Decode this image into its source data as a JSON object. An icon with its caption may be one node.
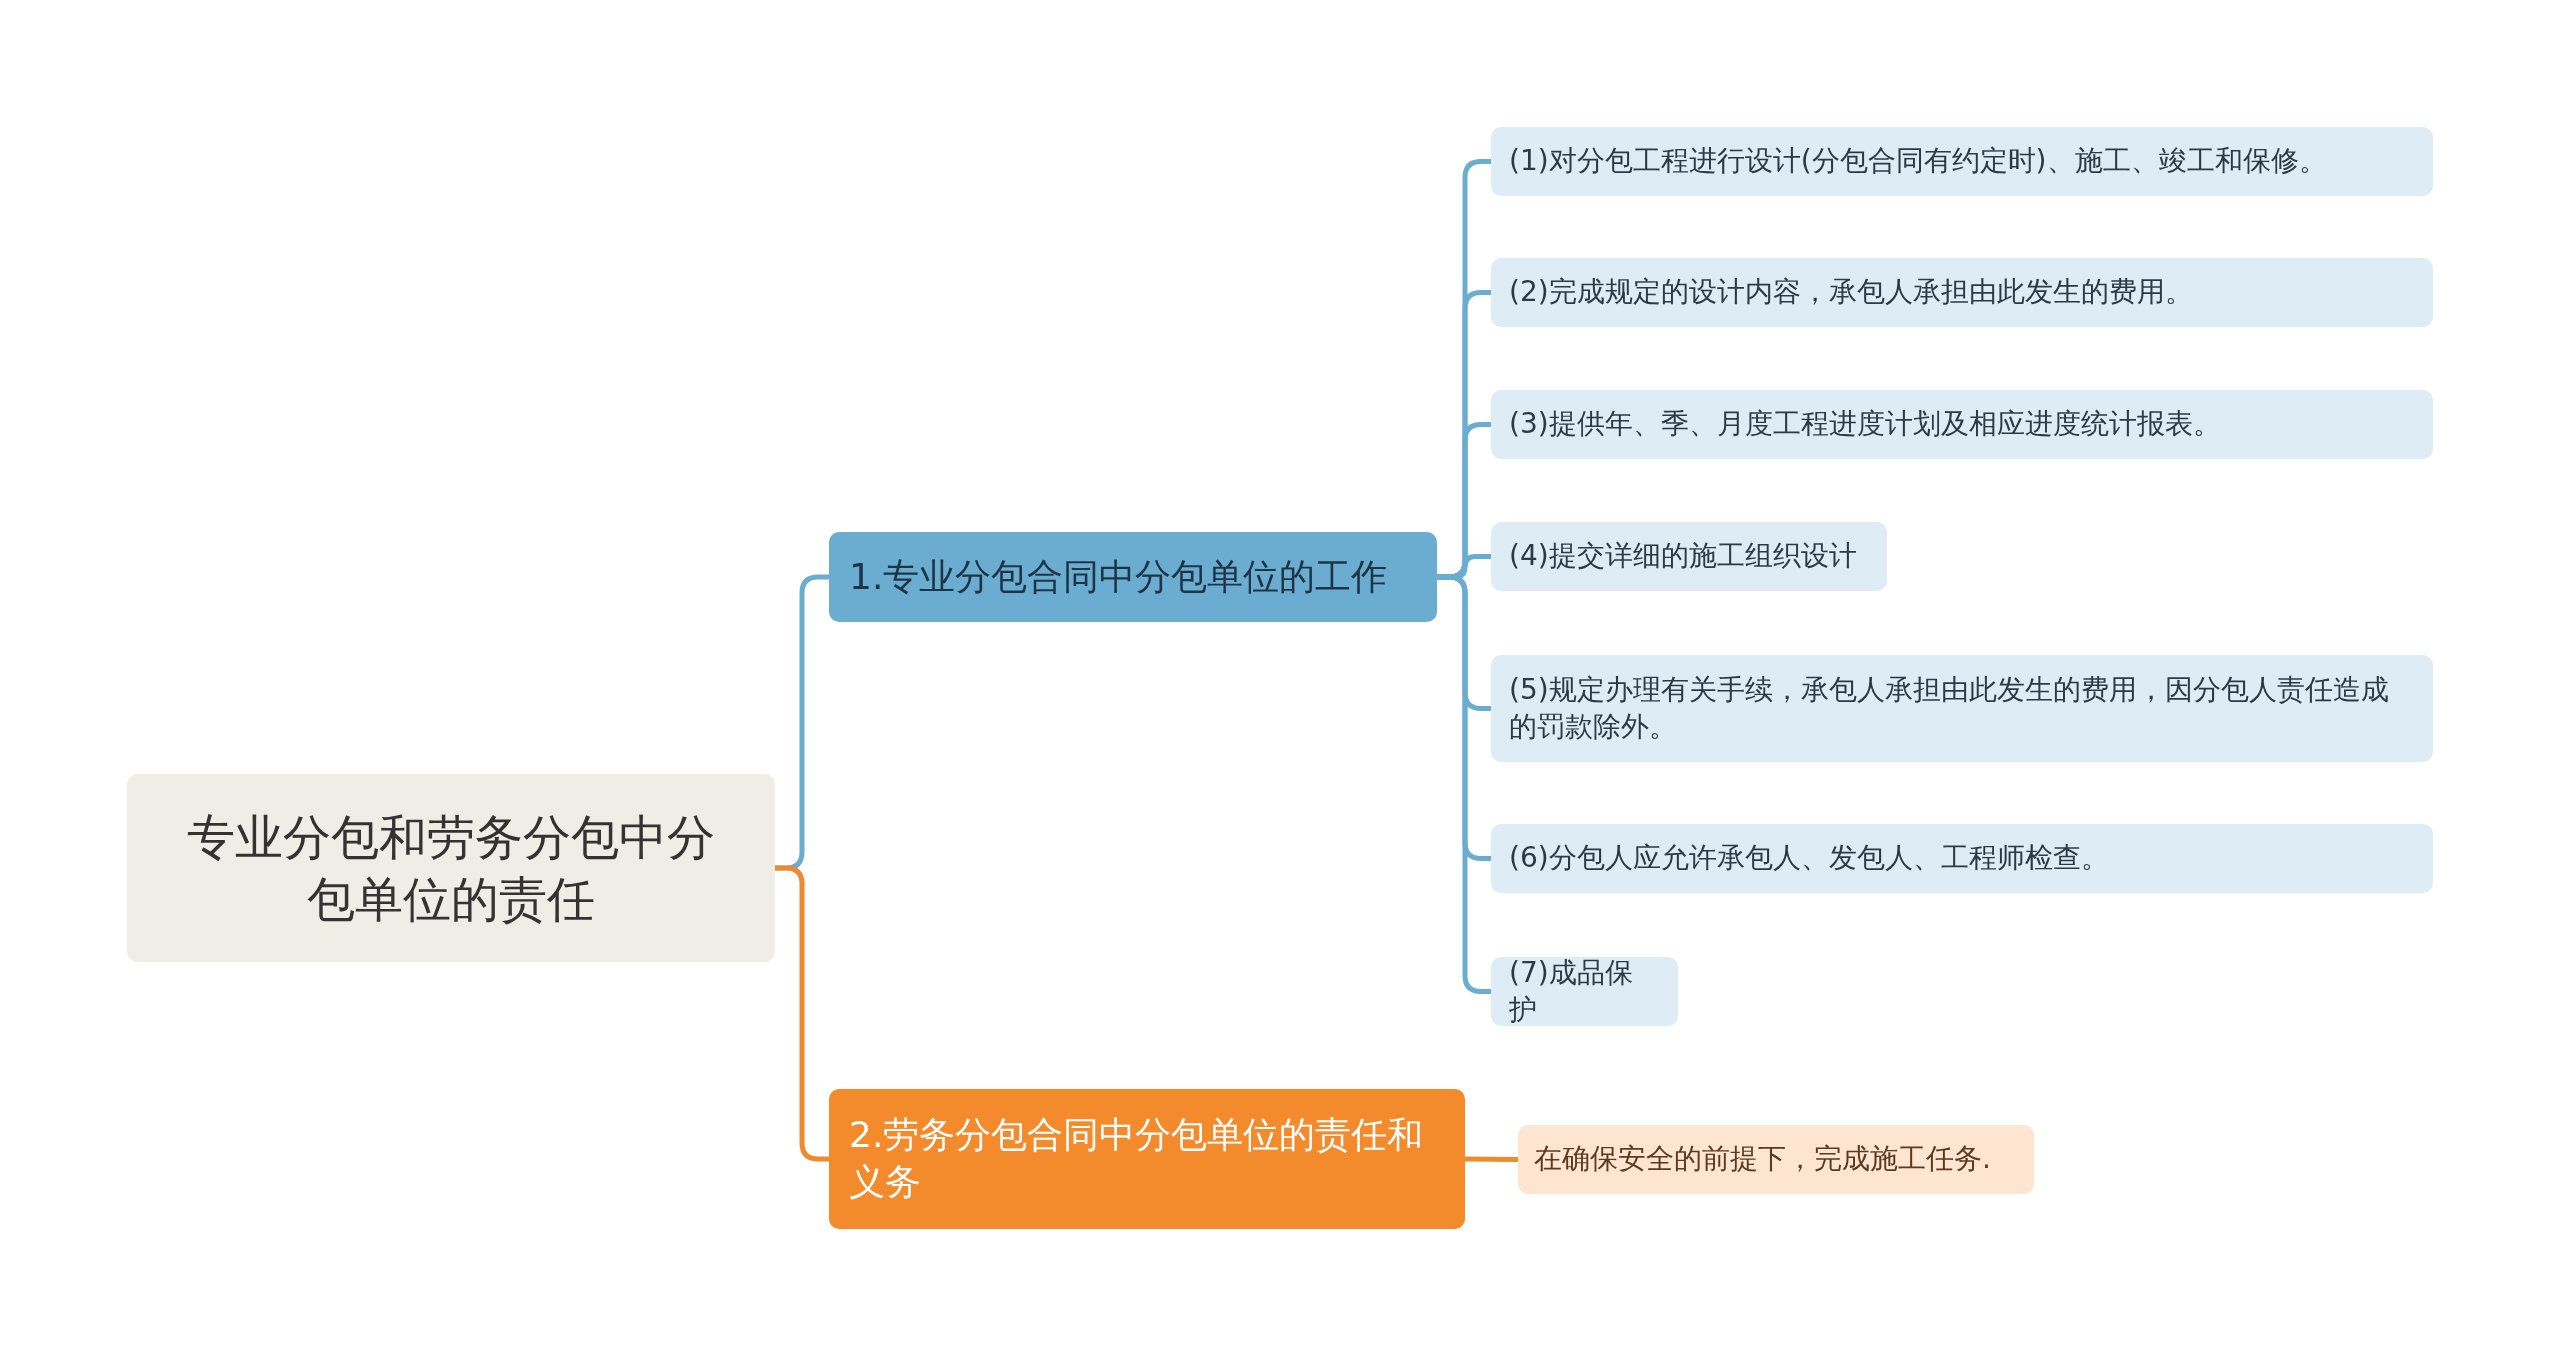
{
  "diagram": {
    "nodes": [
      {
        "text": [
          "专业分包和劳务分包中分包单位的责任"
        ]
      },
      {
        "text": [
          "1.专业分包合同中分包单位的工作"
        ]
      },
      {
        "text": [
          "2.劳务分包合同中分包单位的责任和义务"
        ]
      },
      {
        "text": [
          "(1)对分包工程进行设计(分包合同有约定时)、施工、竣工和保修。"
        ]
      },
      {
        "text": [
          "(2)完成规定的设计内容，承包人承担由此发生的费用。"
        ]
      },
      {
        "text": [
          "(3)提供年、季、月度工程进度计划及相应进度统计报表。"
        ]
      },
      {
        "text": [
          "(4)提交详细的施工组织设计"
        ]
      },
      {
        "text": [
          "(5)规定办理有关手续，承包人承担由此发生的费用，因分包人责任造成的罚款除外。"
        ]
      },
      {
        "text": [
          "(6)分包人应允许承包人、发包人、工程师检查。"
        ]
      },
      {
        "text": [
          "(7)成品保护"
        ]
      },
      {
        "text": [
          "在确保安全的前提下，完成施工任务."
        ]
      }
    ],
    "edges": [
      {
        "from": 0,
        "to": 1,
        "arrow": "none"
      },
      {
        "from": 0,
        "to": 2,
        "arrow": "none",
        "color": "#f08b2d"
      },
      {
        "from": 1,
        "to": 3,
        "arrow": "none"
      },
      {
        "from": 1,
        "to": 4,
        "arrow": "none"
      },
      {
        "from": 1,
        "to": 5,
        "arrow": "none"
      },
      {
        "from": 1,
        "to": 6,
        "arrow": "none"
      },
      {
        "from": 1,
        "to": 7,
        "arrow": "none"
      },
      {
        "from": 1,
        "to": 8,
        "arrow": "none"
      },
      {
        "from": 1,
        "to": 9,
        "arrow": "none"
      },
      {
        "from": 2,
        "to": 10,
        "arrow": "none",
        "color": "#f08b2d"
      }
    ]
  }
}
